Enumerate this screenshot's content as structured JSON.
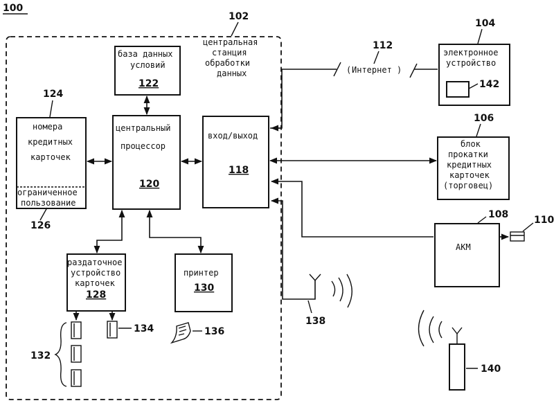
{
  "figure_number": "100",
  "central_station": {
    "ref": "102",
    "label_lines": [
      "центральная",
      "станция",
      "обработки",
      "данных"
    ]
  },
  "conditions_db": {
    "ref": "122",
    "label_lines": [
      "база данных",
      "условий"
    ]
  },
  "cpu": {
    "ref": "120",
    "label_lines": [
      "центральный",
      "процессор"
    ]
  },
  "io": {
    "ref": "118",
    "label": "вход/выход"
  },
  "card_numbers": {
    "ref": "124",
    "label_lines": [
      "номера",
      "кредитных",
      "карточек"
    ],
    "restricted_ref": "126",
    "restricted_lines": [
      "ограниченное",
      "пользование"
    ]
  },
  "card_dispenser": {
    "ref": "128",
    "label_lines": [
      "раздаточное",
      "устройство",
      "карточек"
    ]
  },
  "printer": {
    "ref": "130",
    "label": "принтер"
  },
  "cards": {
    "ref": "132",
    "single_ref": "134"
  },
  "receipt": {
    "ref": "136"
  },
  "antenna": {
    "ref": "138"
  },
  "handheld": {
    "ref": "140"
  },
  "internet": {
    "ref": "112",
    "label": "Интернет"
  },
  "electronic_device": {
    "ref": "104",
    "label_lines": [
      "электронное",
      "устройство"
    ],
    "inner_ref": "142"
  },
  "merchant_terminal": {
    "ref": "106",
    "label_lines": [
      "блок",
      "прокатки",
      "кредитных",
      "карточек",
      "(торговец)"
    ]
  },
  "atm": {
    "ref": "108",
    "label": "АКМ",
    "card_ref": "110"
  }
}
